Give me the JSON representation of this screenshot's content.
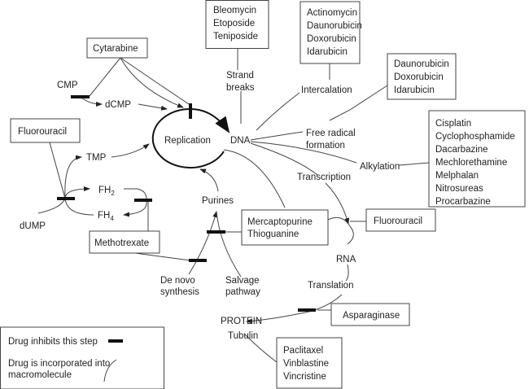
{
  "drug_boxes": {
    "strand_breakers": [
      "Bleomycin",
      "Etoposide",
      "Teniposide"
    ],
    "intercalators": [
      "Actinomycin",
      "Daunorubicin",
      "Doxorubicin",
      "Idarubicin"
    ],
    "free_radical": [
      "Daunorubicin",
      "Doxorubicin",
      "Idarubicin"
    ],
    "alkylators": [
      "Cisplatin",
      "Cyclophosphamide",
      "Dacarbazine",
      "Mechlorethamine",
      "Melphalan",
      "Nitrosureas",
      "Procarbazine"
    ],
    "cytarabine": "Cytarabine",
    "fluorouracil_left": "Fluorouracil",
    "methotrexate": "Methotrexate",
    "purine_analogs": [
      "Mercaptopurine",
      "Thioguanine"
    ],
    "fluorouracil_right": "Fluorouracil",
    "asparaginase": "Asparaginase",
    "microtubule": [
      "Paclitaxel",
      "Vinblastine",
      "Vincristine"
    ]
  },
  "labels": {
    "strand_breaks": [
      "Strand",
      "breaks"
    ],
    "intercalation": "Intercalation",
    "free_radical_formation": [
      "Free radical",
      "formation"
    ],
    "alkylation": "Alkylation",
    "dna": "DNA",
    "replication": "Replication",
    "transcription": "Transcription",
    "rna": "RNA",
    "translation": "Translation",
    "protein": "PROTEIN",
    "tubulin": "Tubulin",
    "purines": "Purines",
    "de_novo": [
      "De novo",
      "synthesis"
    ],
    "salvage": [
      "Salvage",
      "pathway"
    ],
    "cmp": "CMP",
    "dcmp": "dCMP",
    "tmp": "TMP",
    "fh2": "FH",
    "fh2_sub": "2",
    "fh4": "FH",
    "fh4_sub": "4",
    "dump": "dUMP"
  },
  "legend": {
    "inhibits": "Drug inhibits this step",
    "incorporated": [
      "Drug is incorporated into",
      "macromolecule"
    ]
  }
}
